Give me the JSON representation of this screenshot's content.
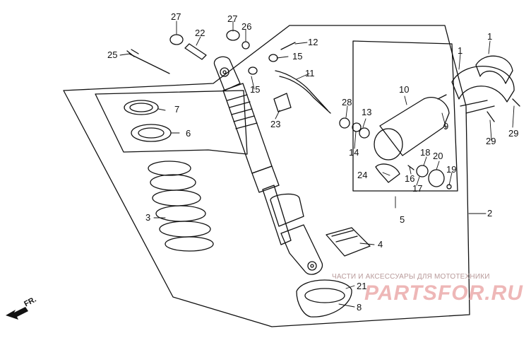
{
  "callouts": {
    "c1a": "1",
    "c1b": "1",
    "c2": "2",
    "c3": "3",
    "c4": "4",
    "c5": "5",
    "c6": "6",
    "c7": "7",
    "c8": "8",
    "c9": "9",
    "c10": "10",
    "c11": "11",
    "c12": "12",
    "c13": "13",
    "c14": "14",
    "c15a": "15",
    "c15b": "15",
    "c16": "16",
    "c17": "17",
    "c18": "18",
    "c19": "19",
    "c20": "20",
    "c21": "21",
    "c22": "22",
    "c23": "23",
    "c24": "24",
    "c25": "25",
    "c26": "26",
    "c27a": "27",
    "c27b": "27",
    "c28": "28",
    "c29a": "29",
    "c29b": "29"
  },
  "direction_label": "FR.",
  "watermark": {
    "tagline": "ЧАСТИ И АКСЕССУАРЫ ДЛЯ МОТОТЕХНИКИ",
    "brand": "PARTSFOR.RU"
  }
}
